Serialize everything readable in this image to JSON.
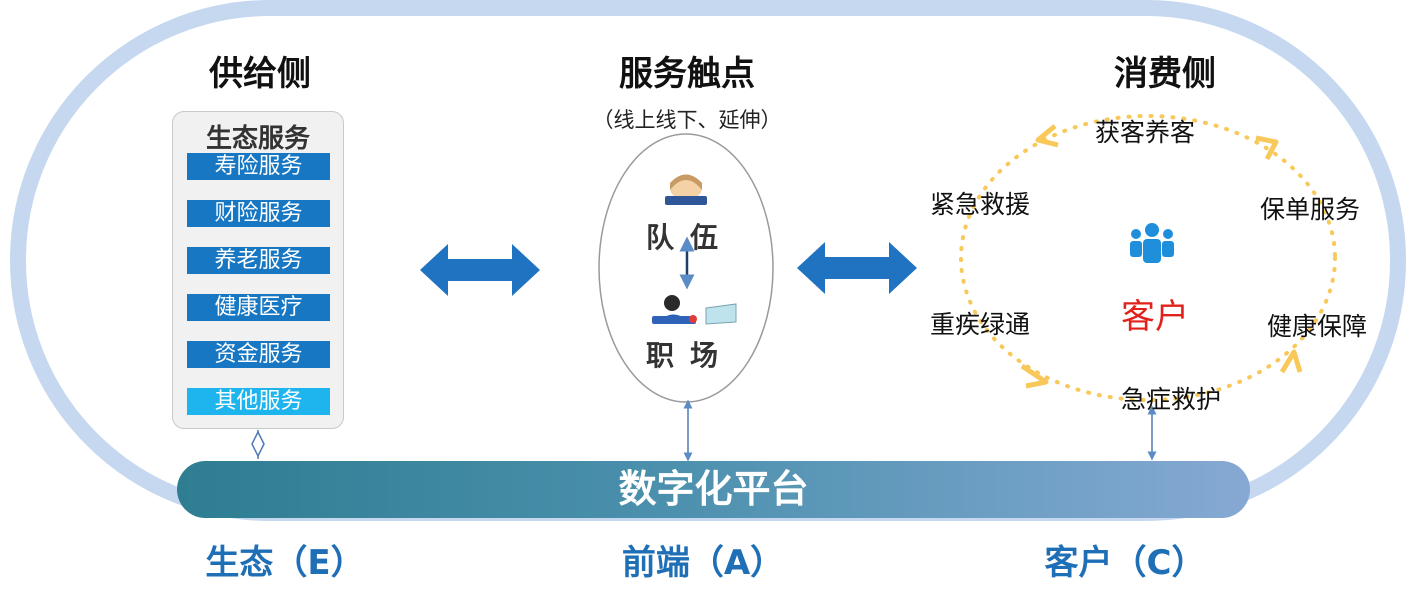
{
  "supply": {
    "title": "供给侧",
    "panel_title": "生态服务",
    "items": [
      "寿险服务",
      "财险服务",
      "养老服务",
      "健康医疗",
      "资金服务",
      "其他服务"
    ]
  },
  "touch": {
    "title": "服务触点",
    "subtitle": "（线上线下、延伸）",
    "team_label": "队伍",
    "workplace_label": "职场"
  },
  "consume": {
    "title": "消费侧",
    "center_label": "客户",
    "ring_items": {
      "top": "获客养客",
      "left_upper": "紧急救援",
      "right_upper": "保单服务",
      "left_lower": "重疾绿通",
      "right_lower": "健康保障",
      "bottom": "急症救护"
    }
  },
  "platform": {
    "label": "数字化平台"
  },
  "bottom": {
    "ecosystem": "生态（E）",
    "frontend": "前端（A）",
    "customer": "客户（C）"
  },
  "colors": {
    "loop_border": "#c5d8f0",
    "arrow_blue": "#1f73c1",
    "service_blue": "#1777c2",
    "service_light": "#1eb4ee",
    "dot_ring": "#f8c95a",
    "customer_red": "#e3211b",
    "label_blue": "#1f6fb7",
    "people_icon": "#1f8fdc"
  },
  "icons": {
    "team": "team-person-icon",
    "workplace": "office-worker-icon",
    "customer": "people-group-icon"
  }
}
